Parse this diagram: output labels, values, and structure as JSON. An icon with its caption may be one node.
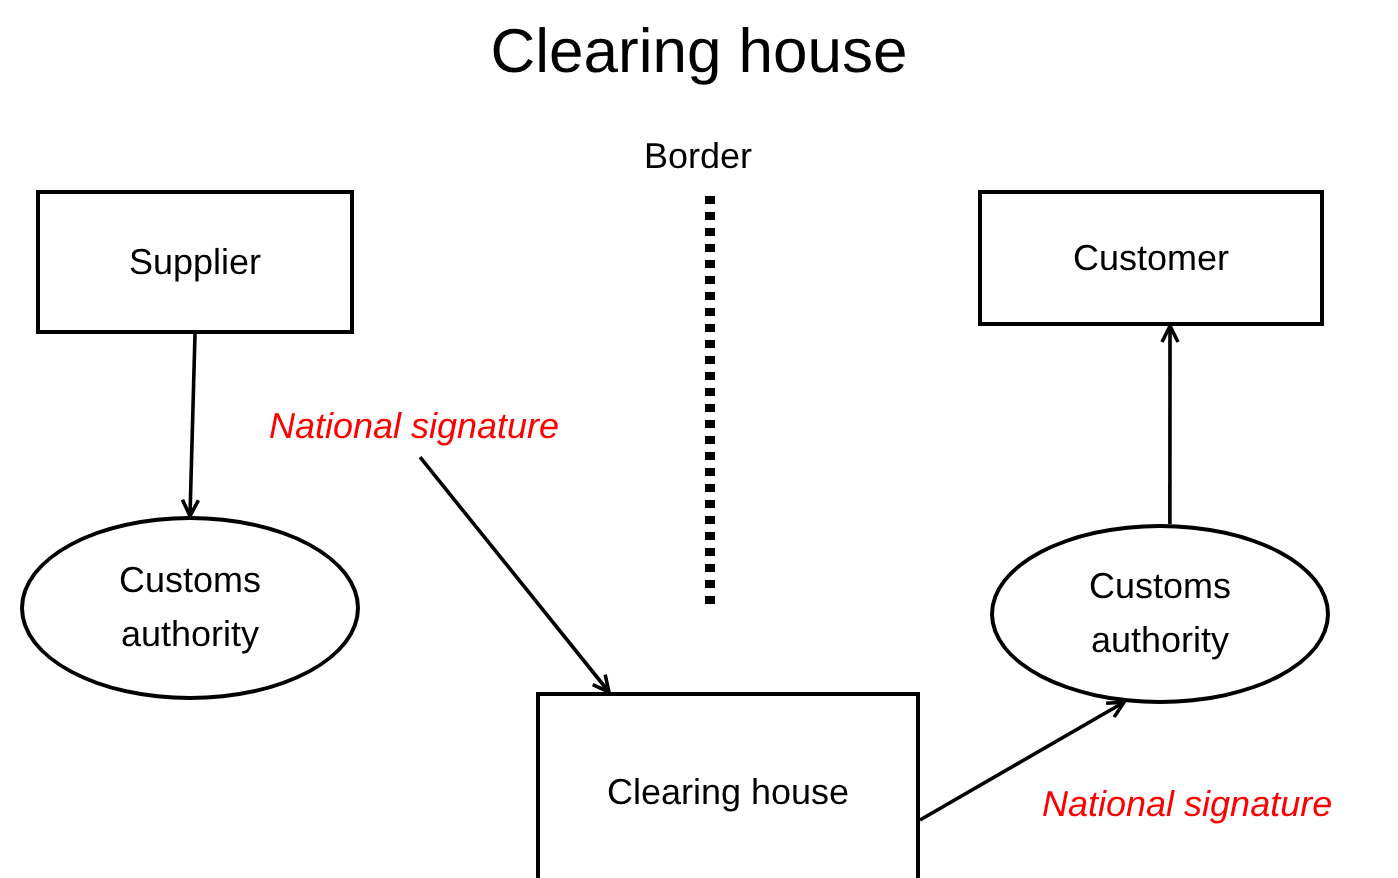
{
  "diagram": {
    "title": "Clearing house",
    "nodes": [
      {
        "text": [
          "Supplier"
        ]
      },
      {
        "text": [
          "Customs authority"
        ]
      },
      {
        "text": [
          "National signature"
        ]
      },
      {
        "text": [
          "Clearing house"
        ]
      },
      {
        "text": [
          "Customs authority"
        ]
      },
      {
        "text": [
          "Customer"
        ]
      }
    ],
    "edges": [
      {
        "from": 0,
        "to": 1,
        "arrow": "to"
      },
      {
        "from": 2,
        "to": 3,
        "arrow": "to"
      },
      {
        "from": 3,
        "to": 4,
        "arrow": "to",
        "label": "National signature"
      },
      {
        "from": 4,
        "to": 5,
        "arrow": "to"
      }
    ],
    "labels": [
      "Border"
    ]
  }
}
